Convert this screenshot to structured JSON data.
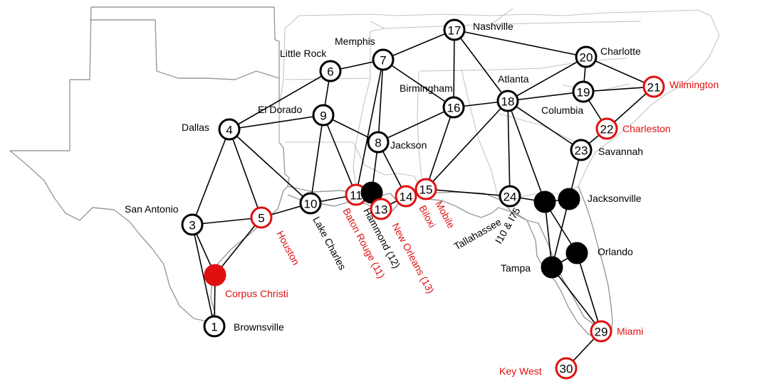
{
  "colors": {
    "black": "#000000",
    "red": "#e01010",
    "white": "#ffffff",
    "outline": "#9a9a9a"
  },
  "nodes": [
    {
      "id": "1",
      "label": "1",
      "style": "black-ring"
    },
    {
      "id": "2",
      "label": "",
      "style": "red-filled"
    },
    {
      "id": "3",
      "label": "3",
      "style": "black-ring"
    },
    {
      "id": "4",
      "label": "4",
      "style": "black-ring"
    },
    {
      "id": "5",
      "label": "5",
      "style": "red-ring"
    },
    {
      "id": "6",
      "label": "6",
      "style": "black-ring"
    },
    {
      "id": "7",
      "label": "7",
      "style": "black-ring"
    },
    {
      "id": "8",
      "label": "8",
      "style": "black-ring"
    },
    {
      "id": "9",
      "label": "9",
      "style": "black-ring"
    },
    {
      "id": "10",
      "label": "10",
      "style": "black-ring"
    },
    {
      "id": "11",
      "label": "11",
      "style": "red-ring"
    },
    {
      "id": "12",
      "label": "",
      "style": "black-filled"
    },
    {
      "id": "13",
      "label": "13",
      "style": "red-ring"
    },
    {
      "id": "14",
      "label": "14",
      "style": "red-ring"
    },
    {
      "id": "15",
      "label": "15",
      "style": "red-ring"
    },
    {
      "id": "16",
      "label": "16",
      "style": "black-ring"
    },
    {
      "id": "17",
      "label": "17",
      "style": "black-ring"
    },
    {
      "id": "18",
      "label": "18",
      "style": "black-ring"
    },
    {
      "id": "19",
      "label": "19",
      "style": "black-ring"
    },
    {
      "id": "20",
      "label": "20",
      "style": "black-ring"
    },
    {
      "id": "21",
      "label": "21",
      "style": "red-ring"
    },
    {
      "id": "22",
      "label": "22",
      "style": "red-ring"
    },
    {
      "id": "23",
      "label": "23",
      "style": "black-ring"
    },
    {
      "id": "24",
      "label": "24",
      "style": "black-ring"
    },
    {
      "id": "25",
      "label": "",
      "style": "black-filled"
    },
    {
      "id": "26",
      "label": "",
      "style": "black-filled"
    },
    {
      "id": "27",
      "label": "",
      "style": "black-filled"
    },
    {
      "id": "28",
      "label": "",
      "style": "black-filled"
    },
    {
      "id": "29",
      "label": "29",
      "style": "red-ring"
    },
    {
      "id": "30",
      "label": "30",
      "style": "red-ring"
    }
  ],
  "edges": [
    [
      "1",
      "3"
    ],
    [
      "1",
      "2"
    ],
    [
      "2",
      "3"
    ],
    [
      "2",
      "5"
    ],
    [
      "3",
      "5"
    ],
    [
      "3",
      "4"
    ],
    [
      "4",
      "5"
    ],
    [
      "4",
      "10"
    ],
    [
      "4",
      "6"
    ],
    [
      "4",
      "9"
    ],
    [
      "5",
      "10"
    ],
    [
      "6",
      "7"
    ],
    [
      "6",
      "9"
    ],
    [
      "7",
      "8"
    ],
    [
      "7",
      "17"
    ],
    [
      "7",
      "16"
    ],
    [
      "7",
      "11"
    ],
    [
      "9",
      "8"
    ],
    [
      "9",
      "10"
    ],
    [
      "9",
      "11"
    ],
    [
      "8",
      "12"
    ],
    [
      "8",
      "14"
    ],
    [
      "8",
      "16"
    ],
    [
      "10",
      "11"
    ],
    [
      "11",
      "12"
    ],
    [
      "12",
      "13"
    ],
    [
      "13",
      "14"
    ],
    [
      "14",
      "15"
    ],
    [
      "15",
      "16"
    ],
    [
      "15",
      "24"
    ],
    [
      "15",
      "18"
    ],
    [
      "16",
      "17"
    ],
    [
      "16",
      "18"
    ],
    [
      "17",
      "18"
    ],
    [
      "17",
      "20"
    ],
    [
      "18",
      "20"
    ],
    [
      "18",
      "19"
    ],
    [
      "18",
      "24"
    ],
    [
      "18",
      "25"
    ],
    [
      "18",
      "23"
    ],
    [
      "19",
      "20"
    ],
    [
      "19",
      "21"
    ],
    [
      "19",
      "22"
    ],
    [
      "20",
      "21"
    ],
    [
      "21",
      "22"
    ],
    [
      "22",
      "23"
    ],
    [
      "23",
      "26"
    ],
    [
      "24",
      "25"
    ],
    [
      "25",
      "26"
    ],
    [
      "25",
      "28"
    ],
    [
      "25",
      "27"
    ],
    [
      "26",
      "27"
    ],
    [
      "27",
      "28"
    ],
    [
      "27",
      "29"
    ],
    [
      "28",
      "29"
    ],
    [
      "29",
      "30"
    ]
  ],
  "labels": [
    {
      "id": "brownsville",
      "text": "Brownsville",
      "color": "black"
    },
    {
      "id": "corpus-christi",
      "text": "Corpus Christi",
      "color": "red"
    },
    {
      "id": "san-antonio",
      "text": "San Antonio",
      "color": "black"
    },
    {
      "id": "dallas",
      "text": "Dallas",
      "color": "black"
    },
    {
      "id": "houston",
      "text": "Houston",
      "color": "red"
    },
    {
      "id": "little-rock",
      "text": "Little Rock",
      "color": "black"
    },
    {
      "id": "memphis",
      "text": "Memphis",
      "color": "black"
    },
    {
      "id": "el-dorado",
      "text": "El Dorado",
      "color": "black"
    },
    {
      "id": "jackson",
      "text": "Jackson",
      "color": "black"
    },
    {
      "id": "lake-charles",
      "text": "Lake Charles",
      "color": "black"
    },
    {
      "id": "baton-rouge",
      "text": "Baton Rouge (11)",
      "color": "red"
    },
    {
      "id": "hammond",
      "text": "Hammond (12)",
      "color": "black"
    },
    {
      "id": "new-orleans",
      "text": "New Orleans (13)",
      "color": "red"
    },
    {
      "id": "biloxi",
      "text": "Biloxi",
      "color": "red"
    },
    {
      "id": "mobile",
      "text": "Mobile",
      "color": "red"
    },
    {
      "id": "birmingham",
      "text": "Birmingham",
      "color": "black"
    },
    {
      "id": "nashville",
      "text": "Nashville",
      "color": "black"
    },
    {
      "id": "atlanta",
      "text": "Atlanta",
      "color": "black"
    },
    {
      "id": "charlotte",
      "text": "Charlotte",
      "color": "black"
    },
    {
      "id": "columbia",
      "text": "Columbia",
      "color": "black"
    },
    {
      "id": "wilmington",
      "text": "Wilmington",
      "color": "red"
    },
    {
      "id": "charleston",
      "text": "Charleston",
      "color": "red"
    },
    {
      "id": "savannah",
      "text": "Savannah",
      "color": "black"
    },
    {
      "id": "tallahassee",
      "text": "Tallahassee",
      "color": "black"
    },
    {
      "id": "i10-i75",
      "text": "I10 & I75",
      "color": "black"
    },
    {
      "id": "jacksonville",
      "text": "Jacksonville",
      "color": "black"
    },
    {
      "id": "orlando",
      "text": "Orlando",
      "color": "black"
    },
    {
      "id": "tampa",
      "text": "Tampa",
      "color": "black"
    },
    {
      "id": "miami",
      "text": "Miami",
      "color": "red"
    },
    {
      "id": "key-west",
      "text": "Key West",
      "color": "red"
    }
  ]
}
